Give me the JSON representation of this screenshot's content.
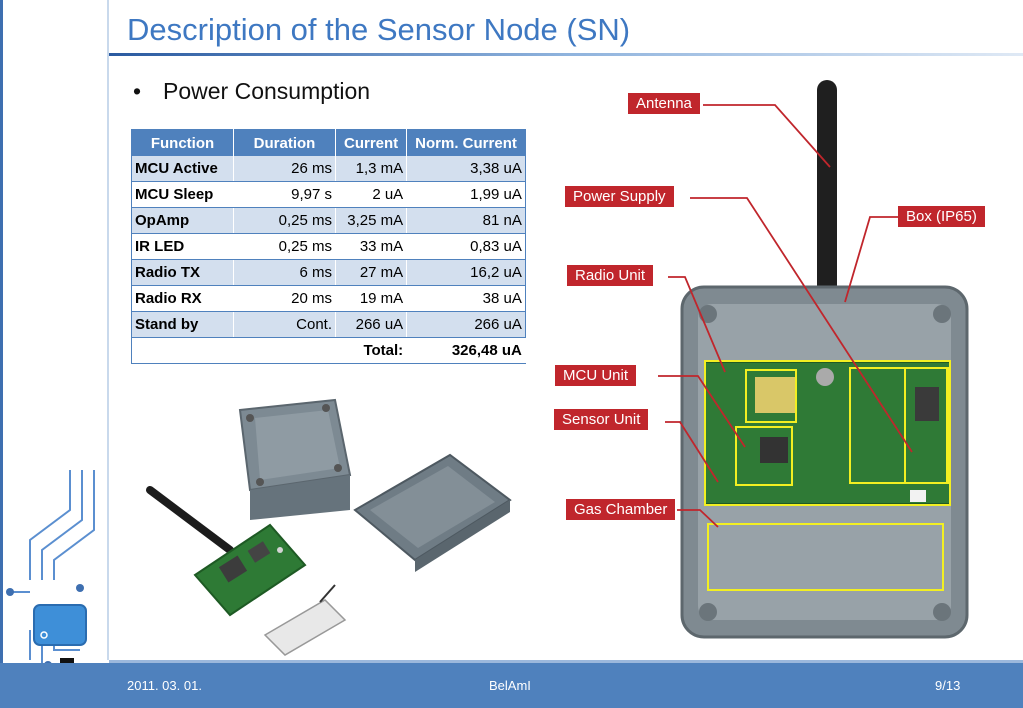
{
  "title": "Description of the Sensor Node (SN)",
  "bullet": "Power Consumption",
  "bullet_glyph": "•",
  "table": {
    "headers": [
      "Function",
      "Duration",
      "Current",
      "Norm. Current"
    ],
    "rows": [
      [
        "MCU Active",
        "26 ms",
        "1,3 mA",
        "3,38 uA"
      ],
      [
        "MCU Sleep",
        "9,97 s",
        "2 uA",
        "1,99 uA"
      ],
      [
        "OpAmp",
        "0,25 ms",
        "3,25 mA",
        "81 nA"
      ],
      [
        "IR LED",
        "0,25 ms",
        "33 mA",
        "0,83 uA"
      ],
      [
        "Radio TX",
        "6 ms",
        "27 mA",
        "16,2 uA"
      ],
      [
        "Radio RX",
        "20 ms",
        "19 mA",
        "38 uA"
      ],
      [
        "Stand by",
        "Cont.",
        "266 uA",
        "266 uA"
      ]
    ],
    "total_label": "Total:",
    "total_value": "326,48 uA"
  },
  "callouts": {
    "antenna": "Antenna",
    "power_supply": "Power Supply",
    "box": "Box (IP65)",
    "radio_unit": "Radio Unit",
    "mcu_unit": "MCU Unit",
    "sensor_unit": "Sensor Unit",
    "gas_chamber": "Gas Chamber"
  },
  "footer": {
    "date": "2011. 03. 01.",
    "project": "BelAmI",
    "page": "9/13"
  },
  "colors": {
    "accent": "#4f81bd",
    "title": "#3e78c2",
    "callout": "#c0262c",
    "highlight_box": "#f2ef22"
  }
}
